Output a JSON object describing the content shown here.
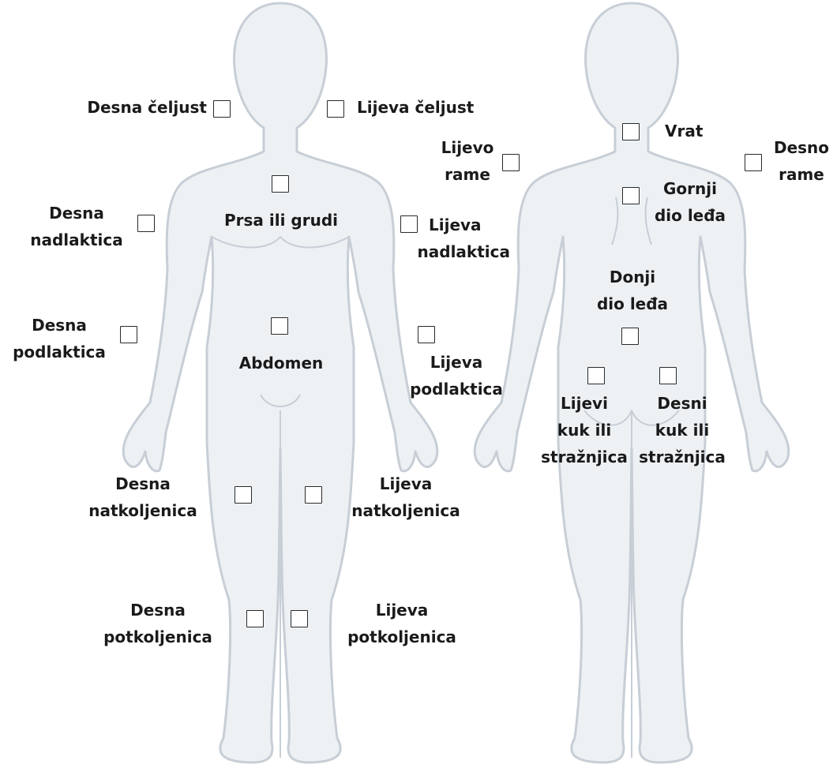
{
  "regions": [
    {
      "id": "desna-celjust",
      "lines": [
        "Desna čeljust"
      ],
      "checked": false
    },
    {
      "id": "lijeva-celjust",
      "lines": [
        "Lijeva čeljust"
      ],
      "checked": false
    },
    {
      "id": "prsa-ili-grudi",
      "lines": [
        "Prsa ili grudi"
      ],
      "checked": false
    },
    {
      "id": "desna-nadlaktica",
      "lines": [
        "Desna",
        "nadlaktica"
      ],
      "checked": false
    },
    {
      "id": "lijeva-nadlaktica",
      "lines": [
        "Lijeva",
        "nadlaktica"
      ],
      "checked": false
    },
    {
      "id": "abdomen",
      "lines": [
        "Abdomen"
      ],
      "checked": false
    },
    {
      "id": "desna-podlaktica",
      "lines": [
        "Desna",
        "podlaktica"
      ],
      "checked": false
    },
    {
      "id": "lijeva-podlaktica",
      "lines": [
        "Lijeva",
        "podlaktica"
      ],
      "checked": false
    },
    {
      "id": "desna-natkoljenica",
      "lines": [
        "Desna",
        "natkoljenica"
      ],
      "checked": false
    },
    {
      "id": "lijeva-natkoljenica",
      "lines": [
        "Lijeva",
        "natkoljenica"
      ],
      "checked": false
    },
    {
      "id": "desna-potkoljenica",
      "lines": [
        "Desna",
        "potkoljenica"
      ],
      "checked": false
    },
    {
      "id": "lijeva-potkoljenica",
      "lines": [
        "Lijeva",
        "potkoljenica"
      ],
      "checked": false
    },
    {
      "id": "vrat",
      "lines": [
        "Vrat"
      ],
      "checked": false
    },
    {
      "id": "lijevo-rame",
      "lines": [
        "Lijevo",
        "rame"
      ],
      "checked": false
    },
    {
      "id": "desno-rame",
      "lines": [
        "Desno",
        "rame"
      ],
      "checked": false
    },
    {
      "id": "gornji-dio-leda",
      "lines": [
        "Gornji",
        "dio leđa"
      ],
      "checked": false
    },
    {
      "id": "donji-dio-leda",
      "lines": [
        "Donji",
        "dio leđa"
      ],
      "checked": false
    },
    {
      "id": "lijevi-kuk",
      "lines": [
        "Lijevi",
        "kuk ili",
        "stražnjica"
      ],
      "checked": false
    },
    {
      "id": "desni-kuk",
      "lines": [
        "Desni",
        "kuk ili",
        "stražnjica"
      ],
      "checked": false
    }
  ],
  "colors": {
    "body_fill": "#eef1f4",
    "body_outline": "#c7ced6",
    "text": "#1a1a1a",
    "checkbox_border": "#2a2a2a"
  }
}
